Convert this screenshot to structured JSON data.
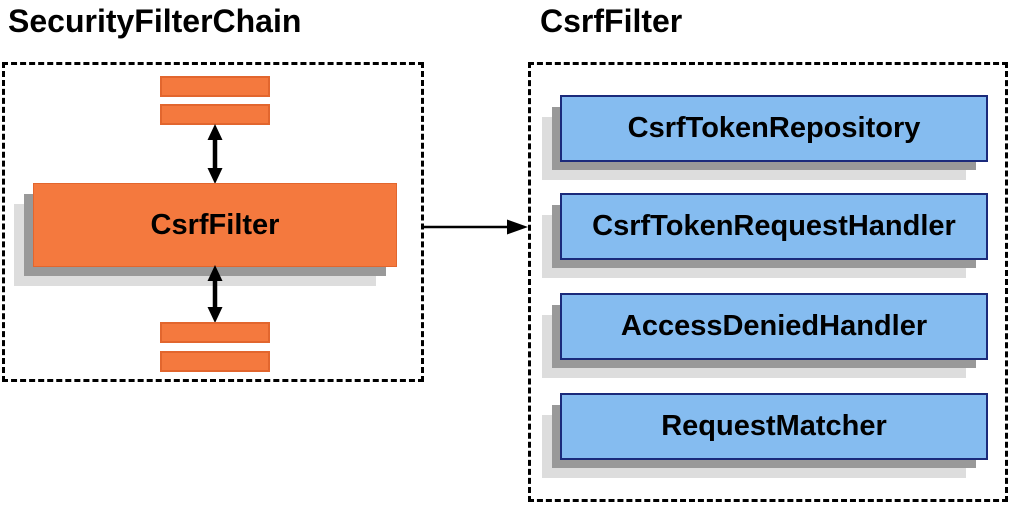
{
  "left_panel": {
    "title": "SecurityFilterChain",
    "filter_label": "CsrfFilter"
  },
  "right_panel": {
    "title": "CsrfFilter",
    "components": [
      {
        "label": "CsrfTokenRepository"
      },
      {
        "label": "CsrfTokenRequestHandler"
      },
      {
        "label": "AccessDeniedHandler"
      },
      {
        "label": "RequestMatcher"
      }
    ]
  },
  "icons": {
    "up_down_arrow": "bidirectional-vertical-arrow",
    "right_arrow": "right-flow-arrow"
  },
  "colors": {
    "orange_fill": "#F4793E",
    "orange_border": "#E2662E",
    "blue_fill": "#85BCF0",
    "blue_border": "#1B2A7B",
    "shadow_dark": "#999999",
    "shadow_light": "#DDDDDD",
    "dashed_border": "#000000",
    "arrow": "#000000",
    "text": "#000000"
  }
}
